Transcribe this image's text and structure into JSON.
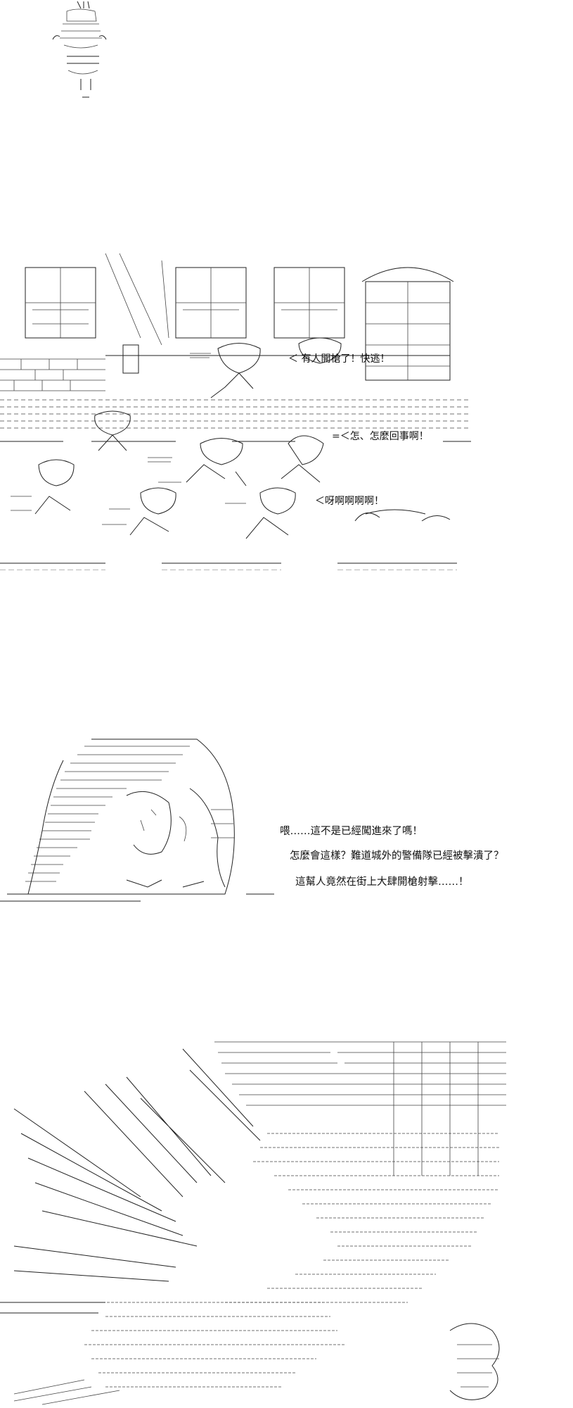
{
  "panel2": {
    "line_a": "＜ 有人開槍了！快逃！",
    "line_b": "=＜怎、怎麼回事啊！",
    "line_c": "＜呀啊啊啊啊！"
  },
  "panel3": {
    "line_1": "喂……這不是已經闖進來了嗎！",
    "line_2": "怎麼會這樣？難道城外的警備隊已經被擊潰了？",
    "line_3": "這幫人竟然在街上大肆開槍射擊……！"
  },
  "icons": [
    "ascii-art-figure",
    "ascii-art-street-scene",
    "ascii-art-hooded-figure",
    "ascii-art-explosion"
  ]
}
